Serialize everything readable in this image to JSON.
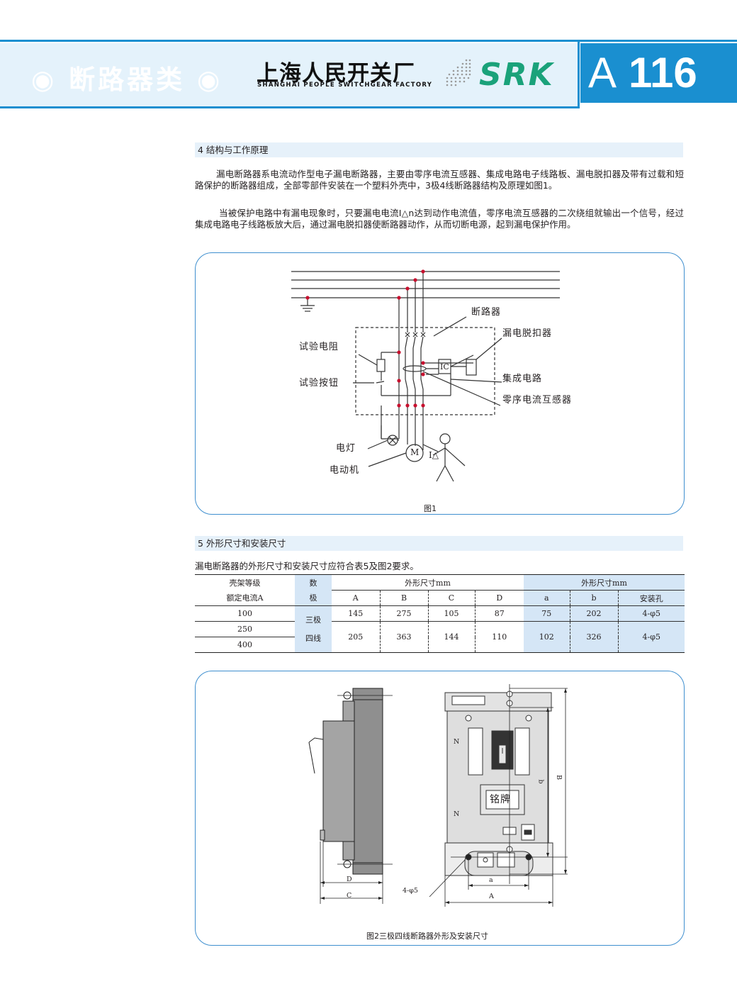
{
  "header": {
    "category": "◉ 断路器类 ◉",
    "brand_cn": "上海人民开关厂",
    "brand_en": "SHANGHAI PEOPLE SWITCHGEAR FACTORY",
    "logo": "SRK",
    "page_prefix": "A",
    "page_number": "116"
  },
  "section4": {
    "title": "4  结构与工作原理",
    "p1": "漏电断路器系电流动作型电子漏电断路器，主要由零序电流互感器、集成电路电子线路板、漏电脱扣器及带有过载和短路保护的断路器组成，全部零部件安装在一个塑料外壳中，3极4线断路器结构及原理如图1。",
    "p2": "当被保护电路中有漏电现象时，只要漏电电流I△n达到动作电流值，零序电流互感器的二次绕组就输出一个信号，经过集成电路电子线路板放大后，通过漏电脱扣器使断路器动作，从而切断电源，起到漏电保护作用。"
  },
  "figure1": {
    "labels": {
      "breaker": "断路器",
      "trip": "漏电脱扣器",
      "test_resistor": "试验电阻",
      "test_button": "试验按钮",
      "ic": "集成电路",
      "ct": "零序电流互感器",
      "lamp": "电灯",
      "motor": "电动机",
      "ic_box": "IC",
      "motor_symbol": "M",
      "leak": "I△"
    },
    "caption": "图1"
  },
  "section5": {
    "title": "5  外形尺寸和安装尺寸",
    "intro": "漏电断路器的外形尺寸和安装尺寸应符合表5及图2要求。"
  },
  "table": {
    "h_frame": "壳架等级",
    "h_current": "额定电流A",
    "h_poles1": "数",
    "h_poles2": "极",
    "h_outline": "外形尺寸mm",
    "h_outline2": "外形尺寸mm",
    "cols": [
      "A",
      "B",
      "C",
      "D",
      "a",
      "b",
      "安装孔"
    ],
    "currents": [
      "100",
      "250",
      "400"
    ],
    "poles1": "三极",
    "poles2": "四线",
    "row1": [
      "145",
      "275",
      "105",
      "87",
      "75",
      "202",
      "4-φ5"
    ],
    "row2": [
      "205",
      "363",
      "144",
      "110",
      "102",
      "326",
      "4-φ5"
    ]
  },
  "figure2": {
    "labels": {
      "N1": "N",
      "N2": "N",
      "nameplate": "铭牌",
      "D": "D",
      "C": "C",
      "a": "a",
      "A": "A",
      "b": "b",
      "B": "B",
      "holes": "4-φ5"
    },
    "caption": "图2三极四线断路器外形及安装尺寸"
  },
  "colors": {
    "accent": "#1a8fd0",
    "band": "#e4f2fb",
    "logo": "#1aa27a",
    "table_shade": "#d5e6f6",
    "panel_border": "#3f8fcf",
    "device_grey": "#9b9b9b"
  }
}
